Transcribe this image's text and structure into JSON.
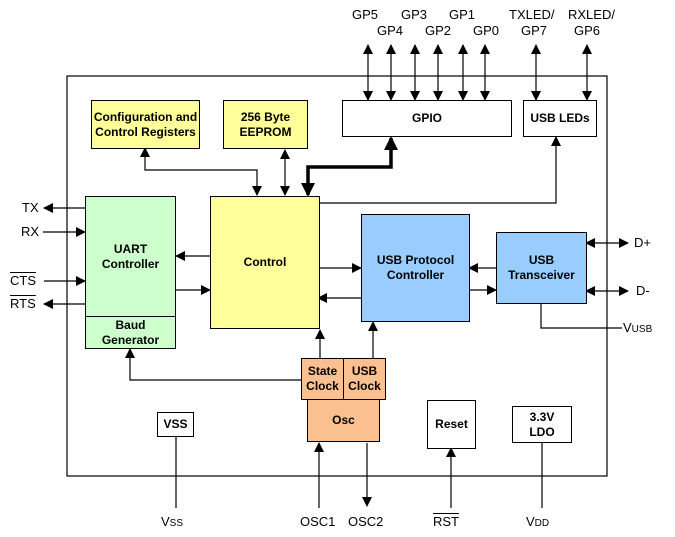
{
  "blocks": {
    "config": "Configuration and Control Registers",
    "eeprom": "256 Byte EEPROM",
    "gpio": "GPIO",
    "usb_leds": "USB LEDs",
    "uart": "UART Controller",
    "baud": "Baud Generator",
    "control": "Control",
    "usb_protocol": "USB Protocol Controller",
    "usb_transceiver": "USB Transceiver",
    "state_clock": "State Clock",
    "usb_clock": "USB Clock",
    "osc": "Osc",
    "vss_block": "VSS",
    "reset": "Reset",
    "ldo": "3.3V LDO"
  },
  "pins": {
    "gp5": "GP5",
    "gp4": "GP4",
    "gp3": "GP3",
    "gp2": "GP2",
    "gp1": "GP1",
    "gp0": "GP0",
    "txled": "TXLED/",
    "gp7": "GP7",
    "rxled": "RXLED/",
    "gp6": "GP6",
    "tx": "TX",
    "rx": "RX",
    "cts": "CTS",
    "rts": "RTS",
    "dplus": "D+",
    "dminus": "D-",
    "vusb_v": "V",
    "vusb_sub": "USB",
    "vss_v": "V",
    "vss_sub": "SS",
    "osc1": "OSC1",
    "osc2": "OSC2",
    "rst": "RST",
    "vdd_v": "V",
    "vdd_sub": "DD"
  },
  "colors": {
    "yellow": "#ffff99",
    "green": "#ccffcc",
    "blue": "#99ccff",
    "orange": "#fac090"
  }
}
